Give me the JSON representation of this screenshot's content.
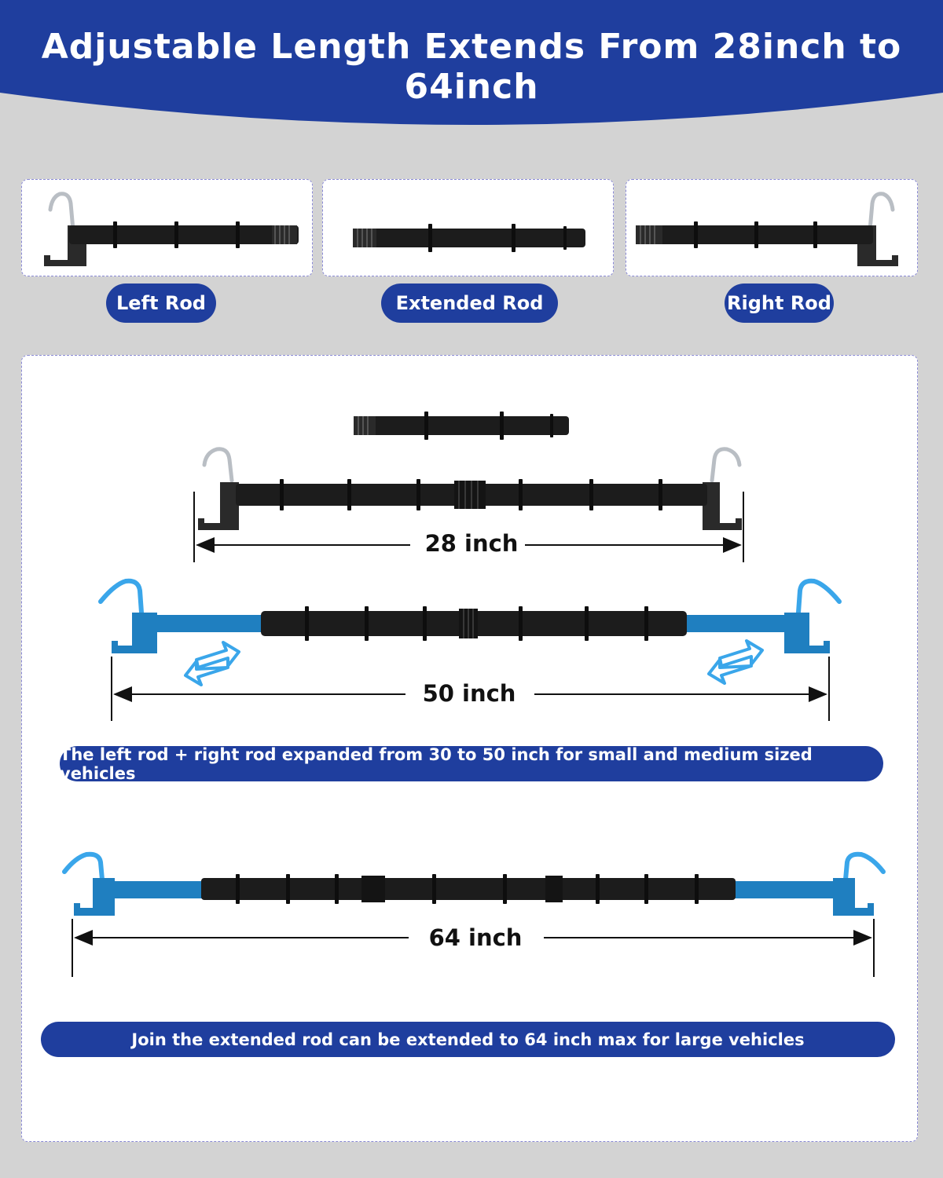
{
  "header": {
    "title": "Adjustable Length Extends From 28inch to 64inch",
    "background_color": "#1f3e9e"
  },
  "parts": [
    {
      "label": "Left Rod"
    },
    {
      "label": "Extended Rod"
    },
    {
      "label": "Right Rod"
    }
  ],
  "assembly": {
    "configs": [
      {
        "length_label": "28 inch"
      },
      {
        "length_label": "50 inch"
      },
      {
        "length_label": "64 inch"
      }
    ],
    "captions": [
      "The left rod + right rod expanded from 30 to 50 inch for small and medium sized vehicles",
      "Join the extended rod can be extended to 64 inch max for large vehicles"
    ]
  },
  "colors": {
    "rod_black": "#1c1c1c",
    "rod_blue": "#1f7fc0",
    "hook_silver": "#b9bec4",
    "arrow_light_blue": "#3aa6ea",
    "pill_blue": "#1f3e9e"
  },
  "icons": [
    "hook-icon",
    "double-arrow-icon"
  ]
}
